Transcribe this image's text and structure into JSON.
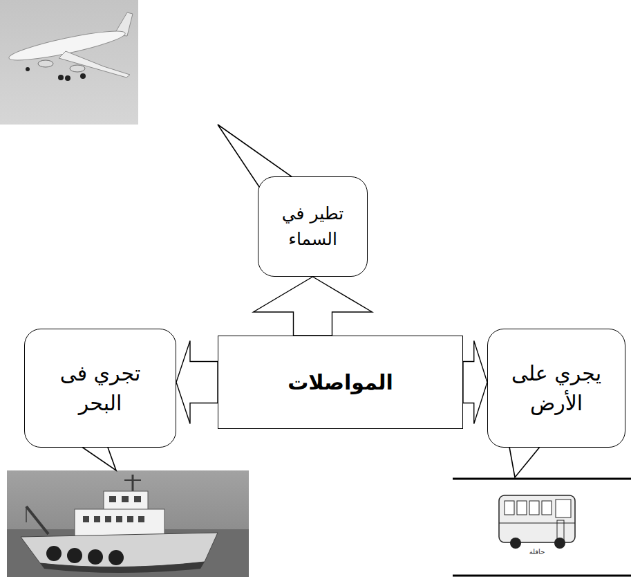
{
  "diagram": {
    "nodes": [
      {
        "text": [
          "تطير في السماء"
        ]
      },
      {
        "text": [
          "المواصلات"
        ]
      },
      {
        "text": [
          "يجري على الأرض"
        ]
      },
      {
        "text": [
          "تجري فى البحر"
        ]
      }
    ],
    "edges": [
      {
        "from": 1,
        "to": 0,
        "arrow": "to"
      },
      {
        "from": 1,
        "to": 2,
        "arrow": "to"
      },
      {
        "from": 1,
        "to": 3,
        "arrow": "to"
      }
    ],
    "labels": [
      "حافلة"
    ]
  }
}
